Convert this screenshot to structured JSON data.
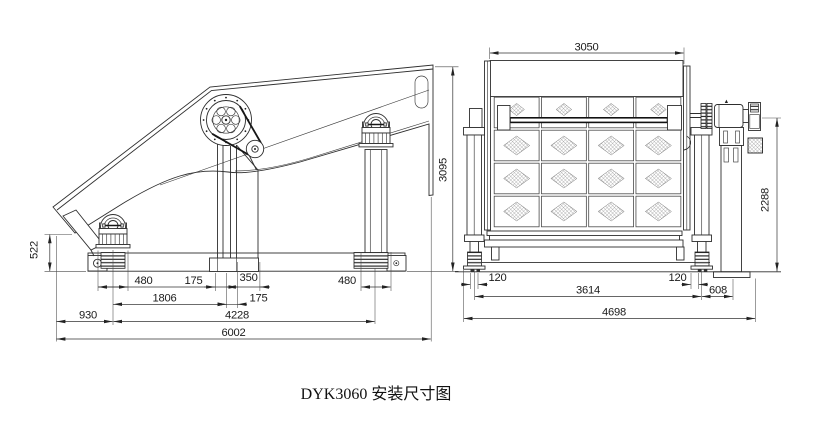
{
  "title": "DYK3060 安装尺寸图",
  "side_view": {
    "dims": {
      "discharge_height": "522",
      "overall_height": "3095",
      "left_bolt_span": "480",
      "gap_a": "175",
      "column_width": "350",
      "left_span": "1806",
      "gap_b": "175",
      "front_offset": "930",
      "support_span": "4228",
      "overall_length": "6002",
      "right_bolt_span": "480"
    }
  },
  "end_view": {
    "dims": {
      "screen_width": "3050",
      "motor_height": "2288",
      "left_bolt_span": "120",
      "right_bolt_span": "120",
      "support_span": "3614",
      "motor_offset": "608",
      "overall_width": "4698"
    }
  }
}
